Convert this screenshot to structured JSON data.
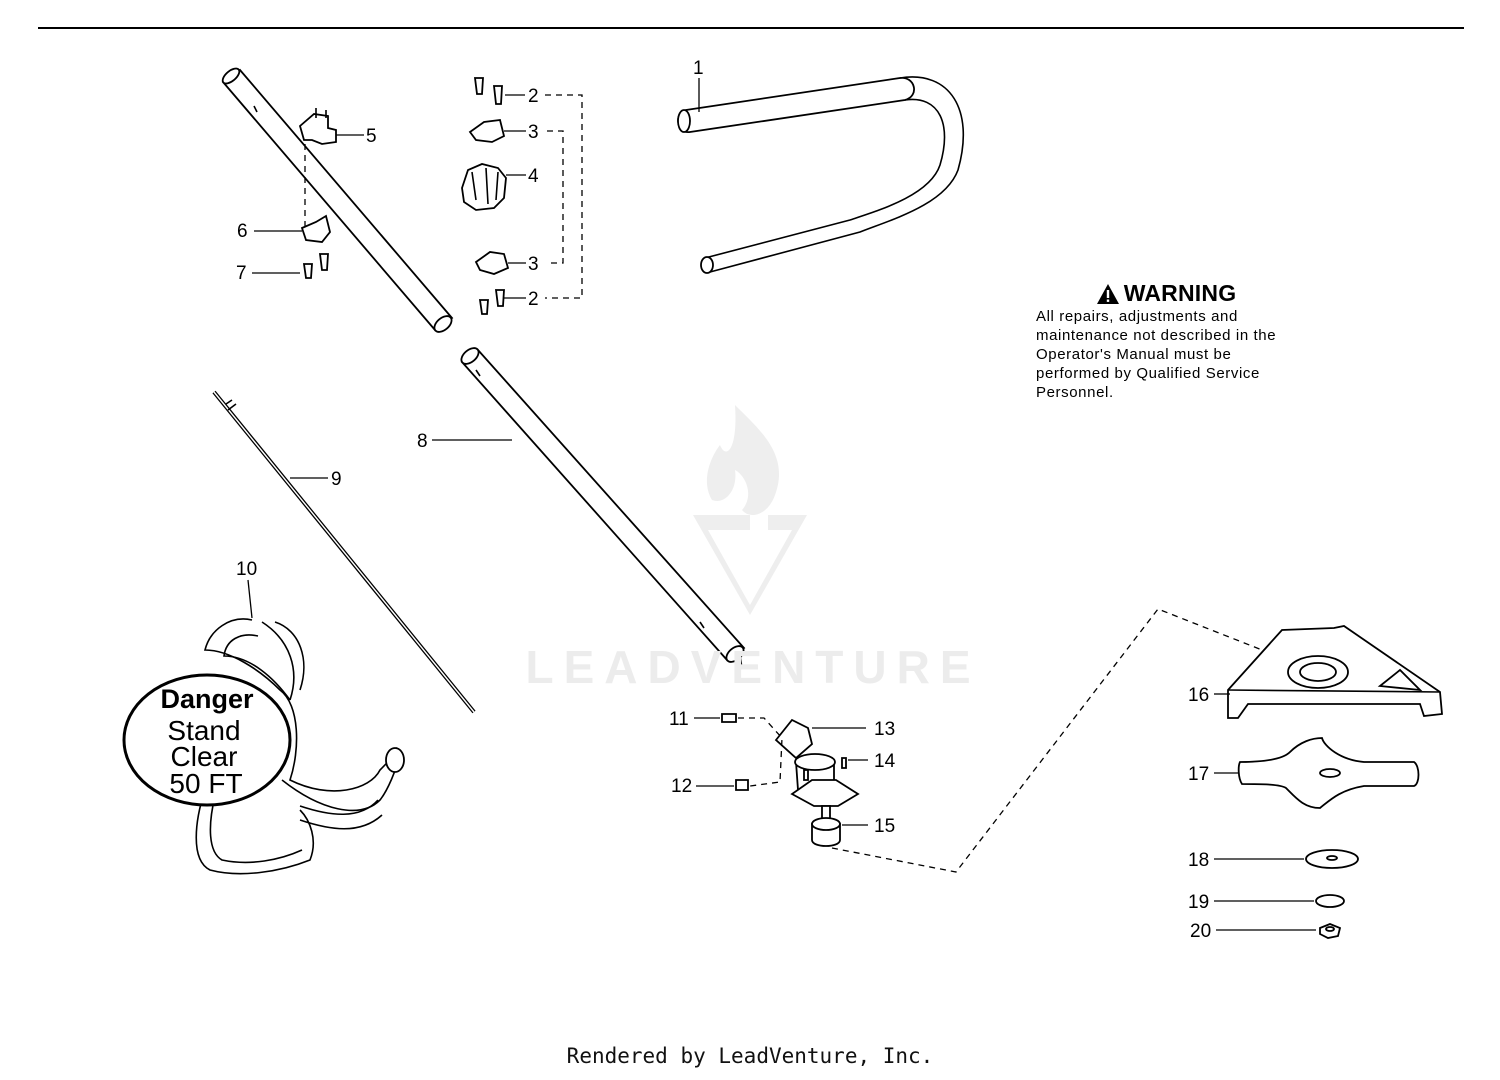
{
  "footer": {
    "text": "Rendered by LeadVenture, Inc."
  },
  "watermark": {
    "text": "LEADVENTURE"
  },
  "warning": {
    "title": "WARNING",
    "body": "All repairs, adjustments and maintenance not described in the Operator's Manual must be performed by Qualified Service Personnel."
  },
  "danger_label": {
    "line1": "Danger",
    "line2": "Stand",
    "line3": "Clear",
    "line4": "50 FT"
  },
  "callouts": {
    "c1": "1",
    "c2a": "2",
    "c2b": "2",
    "c3a": "3",
    "c3b": "3",
    "c4": "4",
    "c5": "5",
    "c6": "6",
    "c7": "7",
    "c8": "8",
    "c9": "9",
    "c10": "10",
    "c11": "11",
    "c12": "12",
    "c13": "13",
    "c14": "14",
    "c15": "15",
    "c16": "16",
    "c17": "17",
    "c18": "18",
    "c19": "19",
    "c20": "20"
  },
  "colors": {
    "line": "#000000",
    "background": "#ffffff",
    "watermark": "#ececec"
  },
  "icons": {
    "warning": "warning-triangle-icon",
    "watermark_logo": "flame-logo-icon"
  }
}
